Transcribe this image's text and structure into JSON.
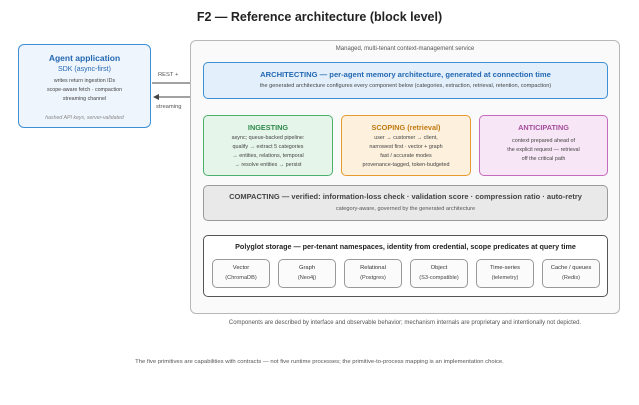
{
  "title": "F2 — Reference architecture (block level)",
  "agent": {
    "title": "Agent application",
    "sdk": "SDK (async-first)",
    "lines": [
      "writes return ingestion IDs",
      "scope-aware fetch · compaction",
      "streaming channel"
    ],
    "footer": "hashed API keys, server-validated"
  },
  "arrows": {
    "rest": "REST +",
    "streaming": "streaming"
  },
  "service": {
    "label": "Managed, multi-tenant context-management service",
    "architecting": {
      "title": "ARCHITECTING — per-agent memory architecture, generated at connection time",
      "subtitle": "the generated architecture configures every component below (categories, extraction, retrieval, retention, compaction)"
    },
    "primitives": {
      "ingesting": {
        "title": "INGESTING",
        "lines": [
          "async; queue-backed pipeline:",
          "qualify → extract 5 categories",
          "→ entities, relations, temporal",
          "→ resolve entities → persist"
        ]
      },
      "scoping": {
        "title": "SCOPING (retrieval)",
        "lines": [
          "user → customer → client,",
          "narrowest first · vector + graph",
          "fast / accurate modes",
          "provenance-tagged, token-budgeted"
        ]
      },
      "anticipating": {
        "title": "ANTICIPATING",
        "lines": [
          "context prepared ahead of",
          "the explicit request — retrieval",
          "off the critical path"
        ]
      }
    },
    "compacting": {
      "title": "COMPACTING — verified: information-loss check · validation score · compression ratio · auto-retry",
      "subtitle": "category-aware, governed by the generated architecture"
    },
    "storage": {
      "title": "Polyglot storage — per-tenant namespaces, identity from credential, scope predicates at query time",
      "stores": [
        {
          "name": "Vector",
          "tech": "(ChromaDB)"
        },
        {
          "name": "Graph",
          "tech": "(Neo4j)"
        },
        {
          "name": "Relational",
          "tech": "(Postgres)"
        },
        {
          "name": "Object",
          "tech": "(S3-compatible)"
        },
        {
          "name": "Time-series",
          "tech": "(telemetry)"
        },
        {
          "name": "Cache / queues",
          "tech": "(Redis)"
        }
      ]
    }
  },
  "notes": {
    "components": "Components are described by interface and observable behavior; mechanism internals are proprietary and intentionally not depicted.",
    "primitives": "The five primitives are capabilities with contracts — not five runtime processes; the primitive-to-process mapping is an implementation choice."
  },
  "colors": {
    "architecting": "#3d8fd6",
    "ingesting": "#4caf6a",
    "scoping": "#e59a2e",
    "anticipating": "#c56bbd",
    "compacting": "#9a9a9a"
  }
}
